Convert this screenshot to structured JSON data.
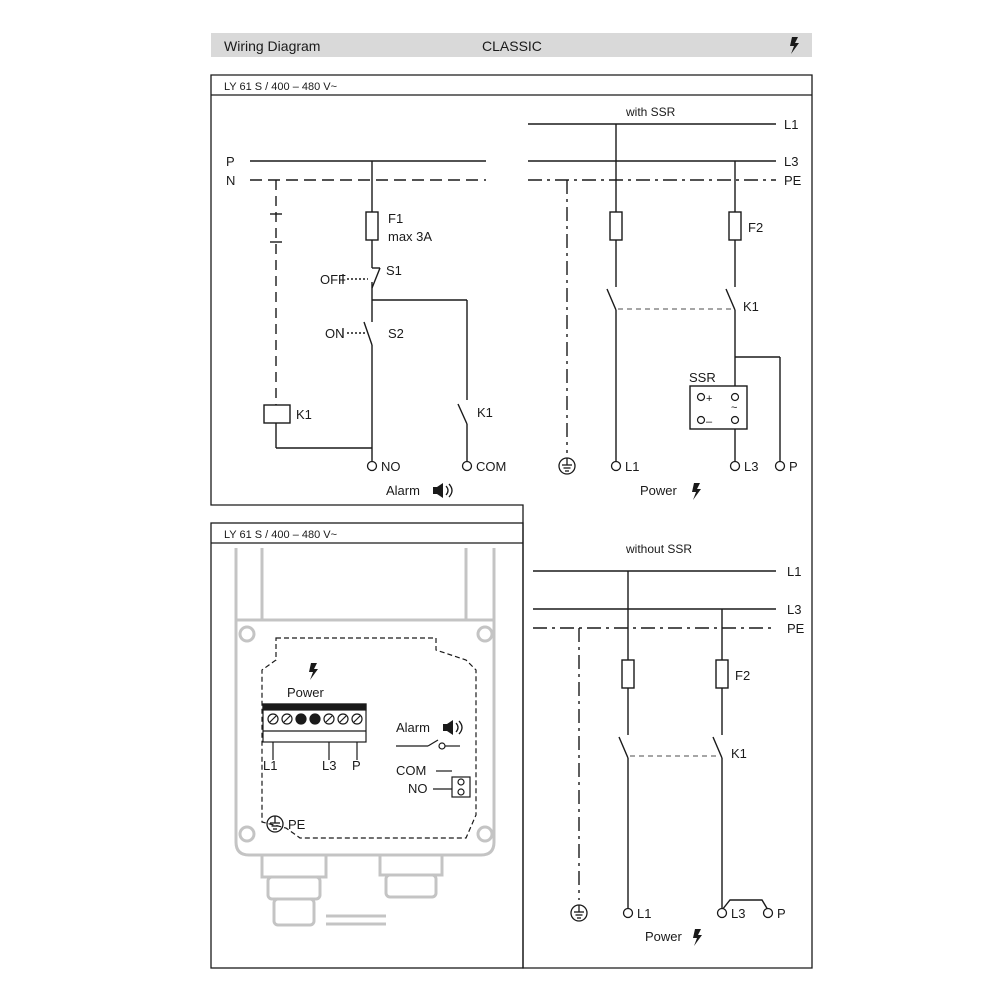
{
  "header": {
    "title": "Wiring Diagram",
    "subtitle": "CLASSIC",
    "icon": "lightning-icon",
    "bar_color": "#d9d9d9"
  },
  "panel_top": {
    "model": "LY 61 S / 400 – 480 V~",
    "control": {
      "labels": {
        "p": "P",
        "n": "N",
        "f1": "F1",
        "f1_rating": "max 3A",
        "off": "OFF",
        "s1": "S1",
        "on": "ON",
        "s2": "S2",
        "k1_coil": "K1",
        "k1_contact": "K1",
        "no": "NO",
        "com": "COM",
        "alarm": "Alarm"
      }
    },
    "power_ssr": {
      "title": "with SSR",
      "labels": {
        "l1": "L1",
        "l3": "L3",
        "pe": "PE",
        "f2": "F2",
        "k1": "K1",
        "ssr": "SSR",
        "plus": "+",
        "minus": "–",
        "tilde": "~",
        "t_l1": "L1",
        "t_l3": "L3",
        "t_p": "P",
        "power": "Power"
      }
    }
  },
  "panel_bottom_left": {
    "model": "LY 61 S / 400 – 480 V~",
    "labels": {
      "power": "Power",
      "alarm": "Alarm",
      "l1": "L1",
      "l3": "L3",
      "p": "P",
      "com": "COM",
      "no": "NO",
      "pe": "PE"
    }
  },
  "panel_bottom_right": {
    "title": "without SSR",
    "labels": {
      "l1": "L1",
      "l3": "L3",
      "pe": "PE",
      "f2": "F2",
      "k1": "K1",
      "t_l1": "L1",
      "t_l3": "L3",
      "t_p": "P",
      "power": "Power"
    }
  }
}
